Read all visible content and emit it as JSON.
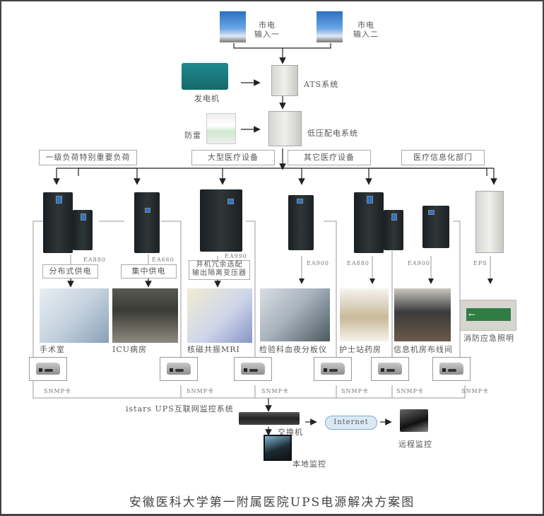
{
  "diagram": {
    "title": "安徽医科大学第一附属医院UPS电源解决方案图",
    "inputs": [
      {
        "line1": "市电",
        "line2": "输入一"
      },
      {
        "line1": "市电",
        "line2": "输入二"
      }
    ],
    "generator": "发电机",
    "ats": "ATS系统",
    "lightning": "防雷",
    "lv_distribution": "低压配电系统",
    "categories": [
      "一级负荷特别重要负荷",
      "大型医疗设备",
      "其它医疗设备",
      "医疗信息化部门"
    ],
    "ups_models": [
      "EA880",
      "EA660",
      "EA990",
      "EA900",
      "EA880",
      "EA900",
      "EPS"
    ],
    "supply_modes": [
      "分布式供电",
      "集中供电"
    ],
    "ea990_note": [
      "并机冗余选配",
      "输出隔离变压器"
    ],
    "locations": [
      "手术室",
      "ICU病房",
      "核磁共振MRI",
      "检验科血夜分板仪",
      "护士站药房",
      "信息机房布线间",
      "消防应急照明"
    ],
    "snmp_label": "SNMP卡",
    "monitoring_system": "istars UPS互联网监控系统",
    "switch": "交换机",
    "internet": "Internet",
    "local_monitor": "本地监控",
    "remote_monitor": "远程监控"
  },
  "colors": {
    "frame": "#444444",
    "line": "#aaaaaa",
    "arrow": "#222222",
    "text": "#555555"
  }
}
